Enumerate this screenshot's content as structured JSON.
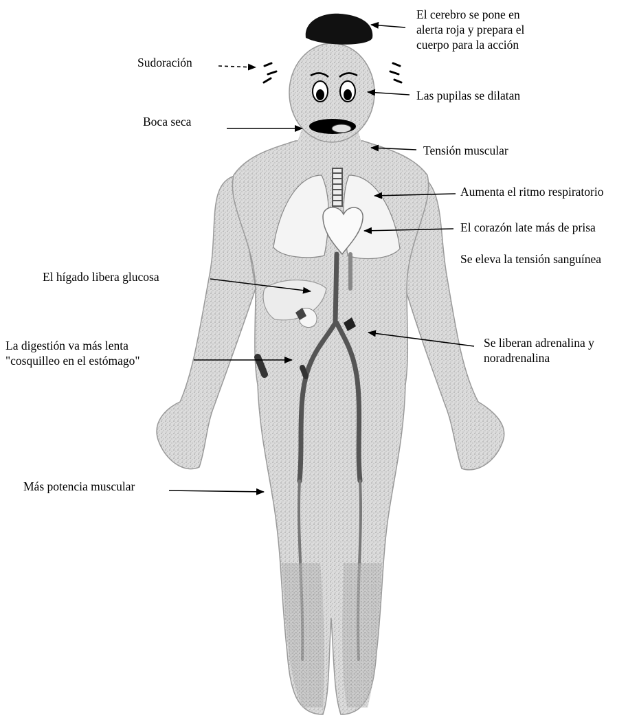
{
  "labels": {
    "cerebro": [
      "El cerebro se pone en",
      "alerta roja y prepara el",
      "cuerpo para la acción"
    ],
    "sudoracion": "Sudoración",
    "pupilas": "Las pupilas se dilatan",
    "boca": "Boca seca",
    "tension_muscular": "Tensión muscular",
    "respiratorio": "Aumenta el ritmo respiratorio",
    "corazon": "El corazón late más de prisa",
    "tension_sanguinea": "Se eleva la tensión sanguínea",
    "higado": "El hígado libera glucosa",
    "digestion": [
      "La digestión va más lenta",
      "\"cosquilleo en el estómago\""
    ],
    "adrenalina": [
      "Se liberan adrenalina y",
      "noradrenalina"
    ],
    "potencia": "Más potencia muscular"
  },
  "colors": {
    "body_fill": "#d9d9d9",
    "organ_fill": "#f4f4f4",
    "ink": "#000000",
    "vessel": "#6a6a6a"
  }
}
